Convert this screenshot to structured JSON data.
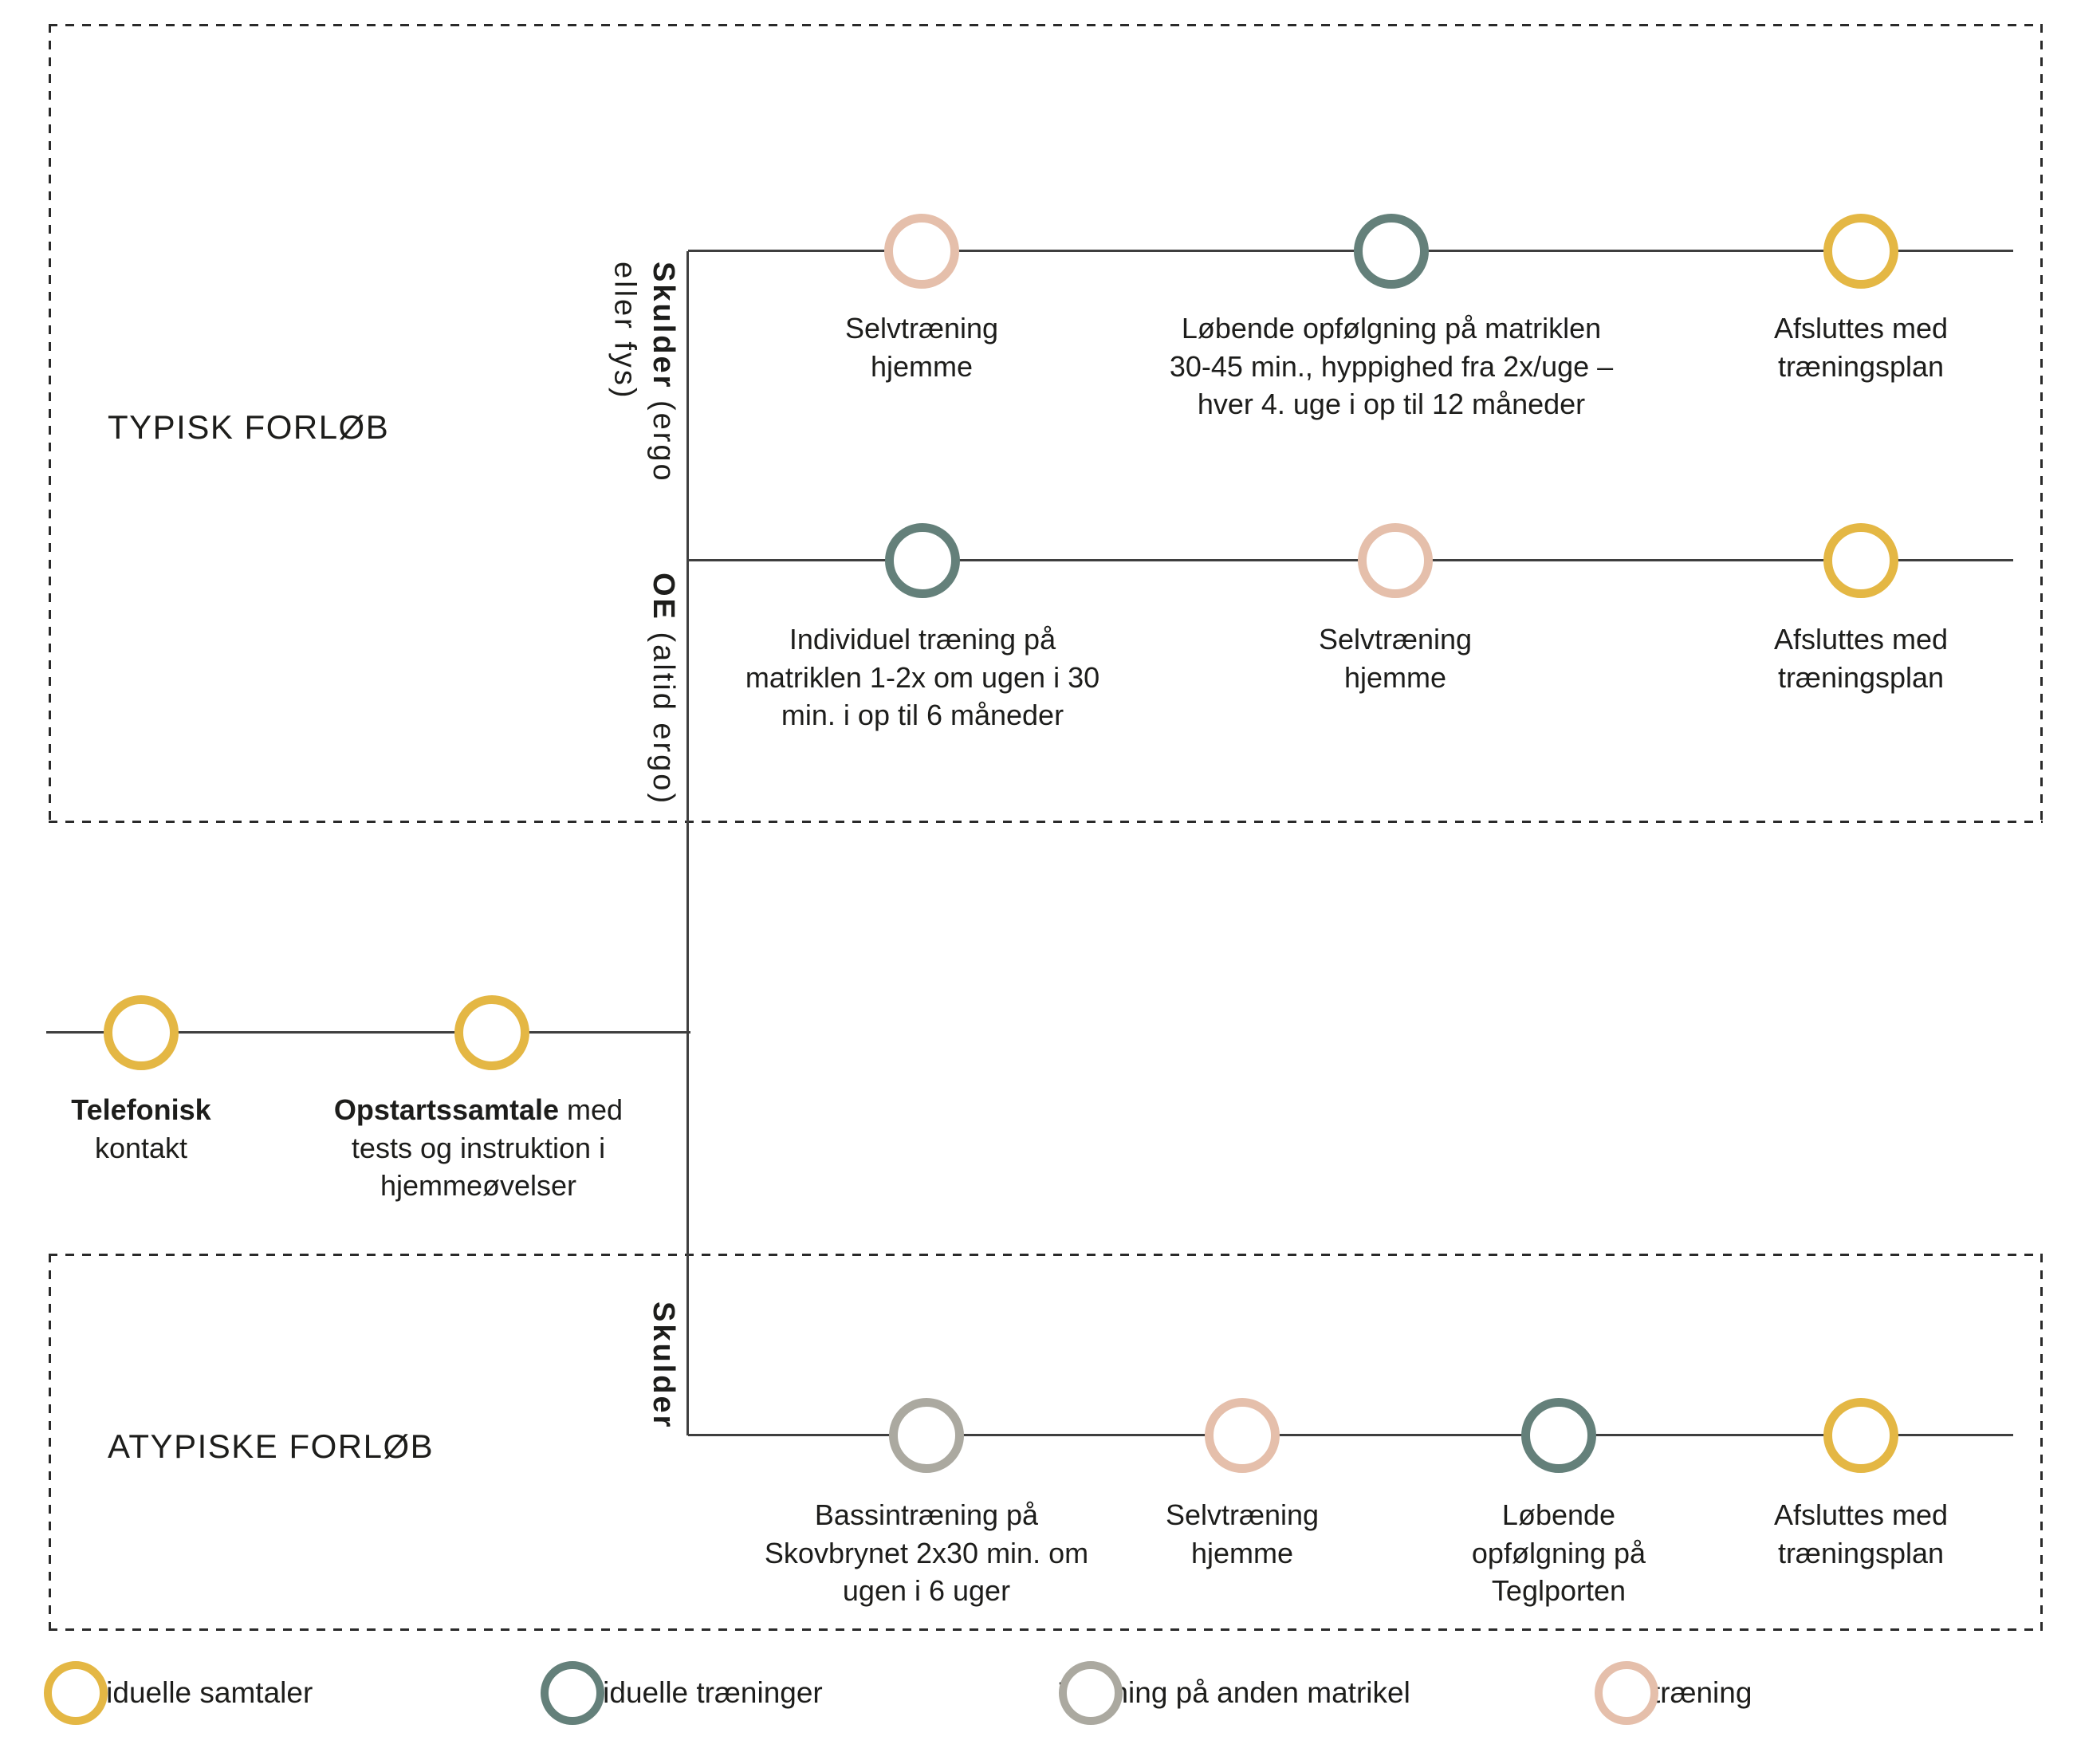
{
  "palette": {
    "yellow": "#E4B744",
    "teal": "#64807A",
    "gray": "#ABA9A0",
    "pink": "#E5BFAB",
    "line": "#3F3F3F",
    "dashed_border": "#2A2A2A",
    "text": "#1D1D1B"
  },
  "typical": {
    "title": "TYPISK FORLØB",
    "rows": [
      {
        "axis_bold": "Skulder",
        "axis_rest": " (ergo\neller fys)",
        "nodes": [
          {
            "key": "pink",
            "label": "Selvtræning\nhjemme"
          },
          {
            "key": "teal",
            "label": "Løbende opfølgning på matriklen\n30-45 min., hyppighed fra 2x/uge –\nhver 4. uge i op til 12 måneder"
          },
          {
            "key": "yellow",
            "label": "Afsluttes med\ntræningsplan"
          }
        ]
      },
      {
        "axis_bold": "OE",
        "axis_rest": " (altid ergo)",
        "nodes": [
          {
            "key": "teal",
            "label": "Individuel træning på\nmatriklen 1-2x om ugen i 30\nmin. i op til 6 måneder"
          },
          {
            "key": "pink",
            "label": "Selvtræning\nhjemme"
          },
          {
            "key": "yellow",
            "label": "Afsluttes med\ntræningsplan"
          }
        ]
      }
    ]
  },
  "intro": {
    "nodes": [
      {
        "key": "yellow",
        "label_bold": "Telefonisk",
        "label_rest": "\nkontakt"
      },
      {
        "key": "yellow",
        "label_bold": "Opstartssamtale",
        "label_rest": " med\ntests og instruktion i\nhjemmeøvelser"
      }
    ]
  },
  "atypical": {
    "title": "ATYPISKE FORLØB",
    "rows": [
      {
        "axis_bold": "Skulder",
        "axis_rest": "",
        "nodes": [
          {
            "key": "gray",
            "label": "Bassintræning på\nSkovbrynet 2x30 min. om\nugen i 6 uger"
          },
          {
            "key": "pink",
            "label": "Selvtræning\nhjemme"
          },
          {
            "key": "teal",
            "label": "Løbende\nopfølgning på\nTeglporten"
          },
          {
            "key": "yellow",
            "label": "Afsluttes med\ntræningsplan"
          }
        ]
      }
    ]
  },
  "legend": {
    "items": [
      {
        "key": "yellow",
        "label": "Individuelle samtaler"
      },
      {
        "key": "teal",
        "label": "Individuelle træninger"
      },
      {
        "key": "gray",
        "label": "Træning på anden matrikel"
      },
      {
        "key": "pink",
        "label": "Selvtræning"
      }
    ]
  }
}
